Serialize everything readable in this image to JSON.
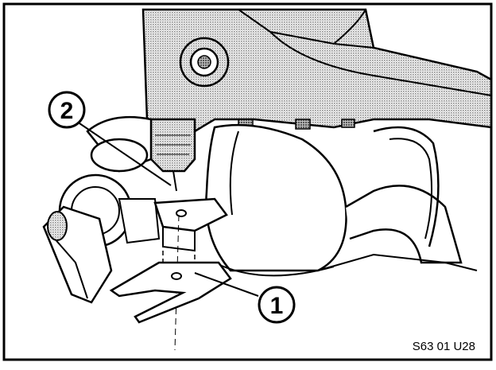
{
  "figure": {
    "callouts": [
      {
        "number": "2"
      },
      {
        "number": "1"
      }
    ],
    "reference_code": "S63 01 U28"
  }
}
